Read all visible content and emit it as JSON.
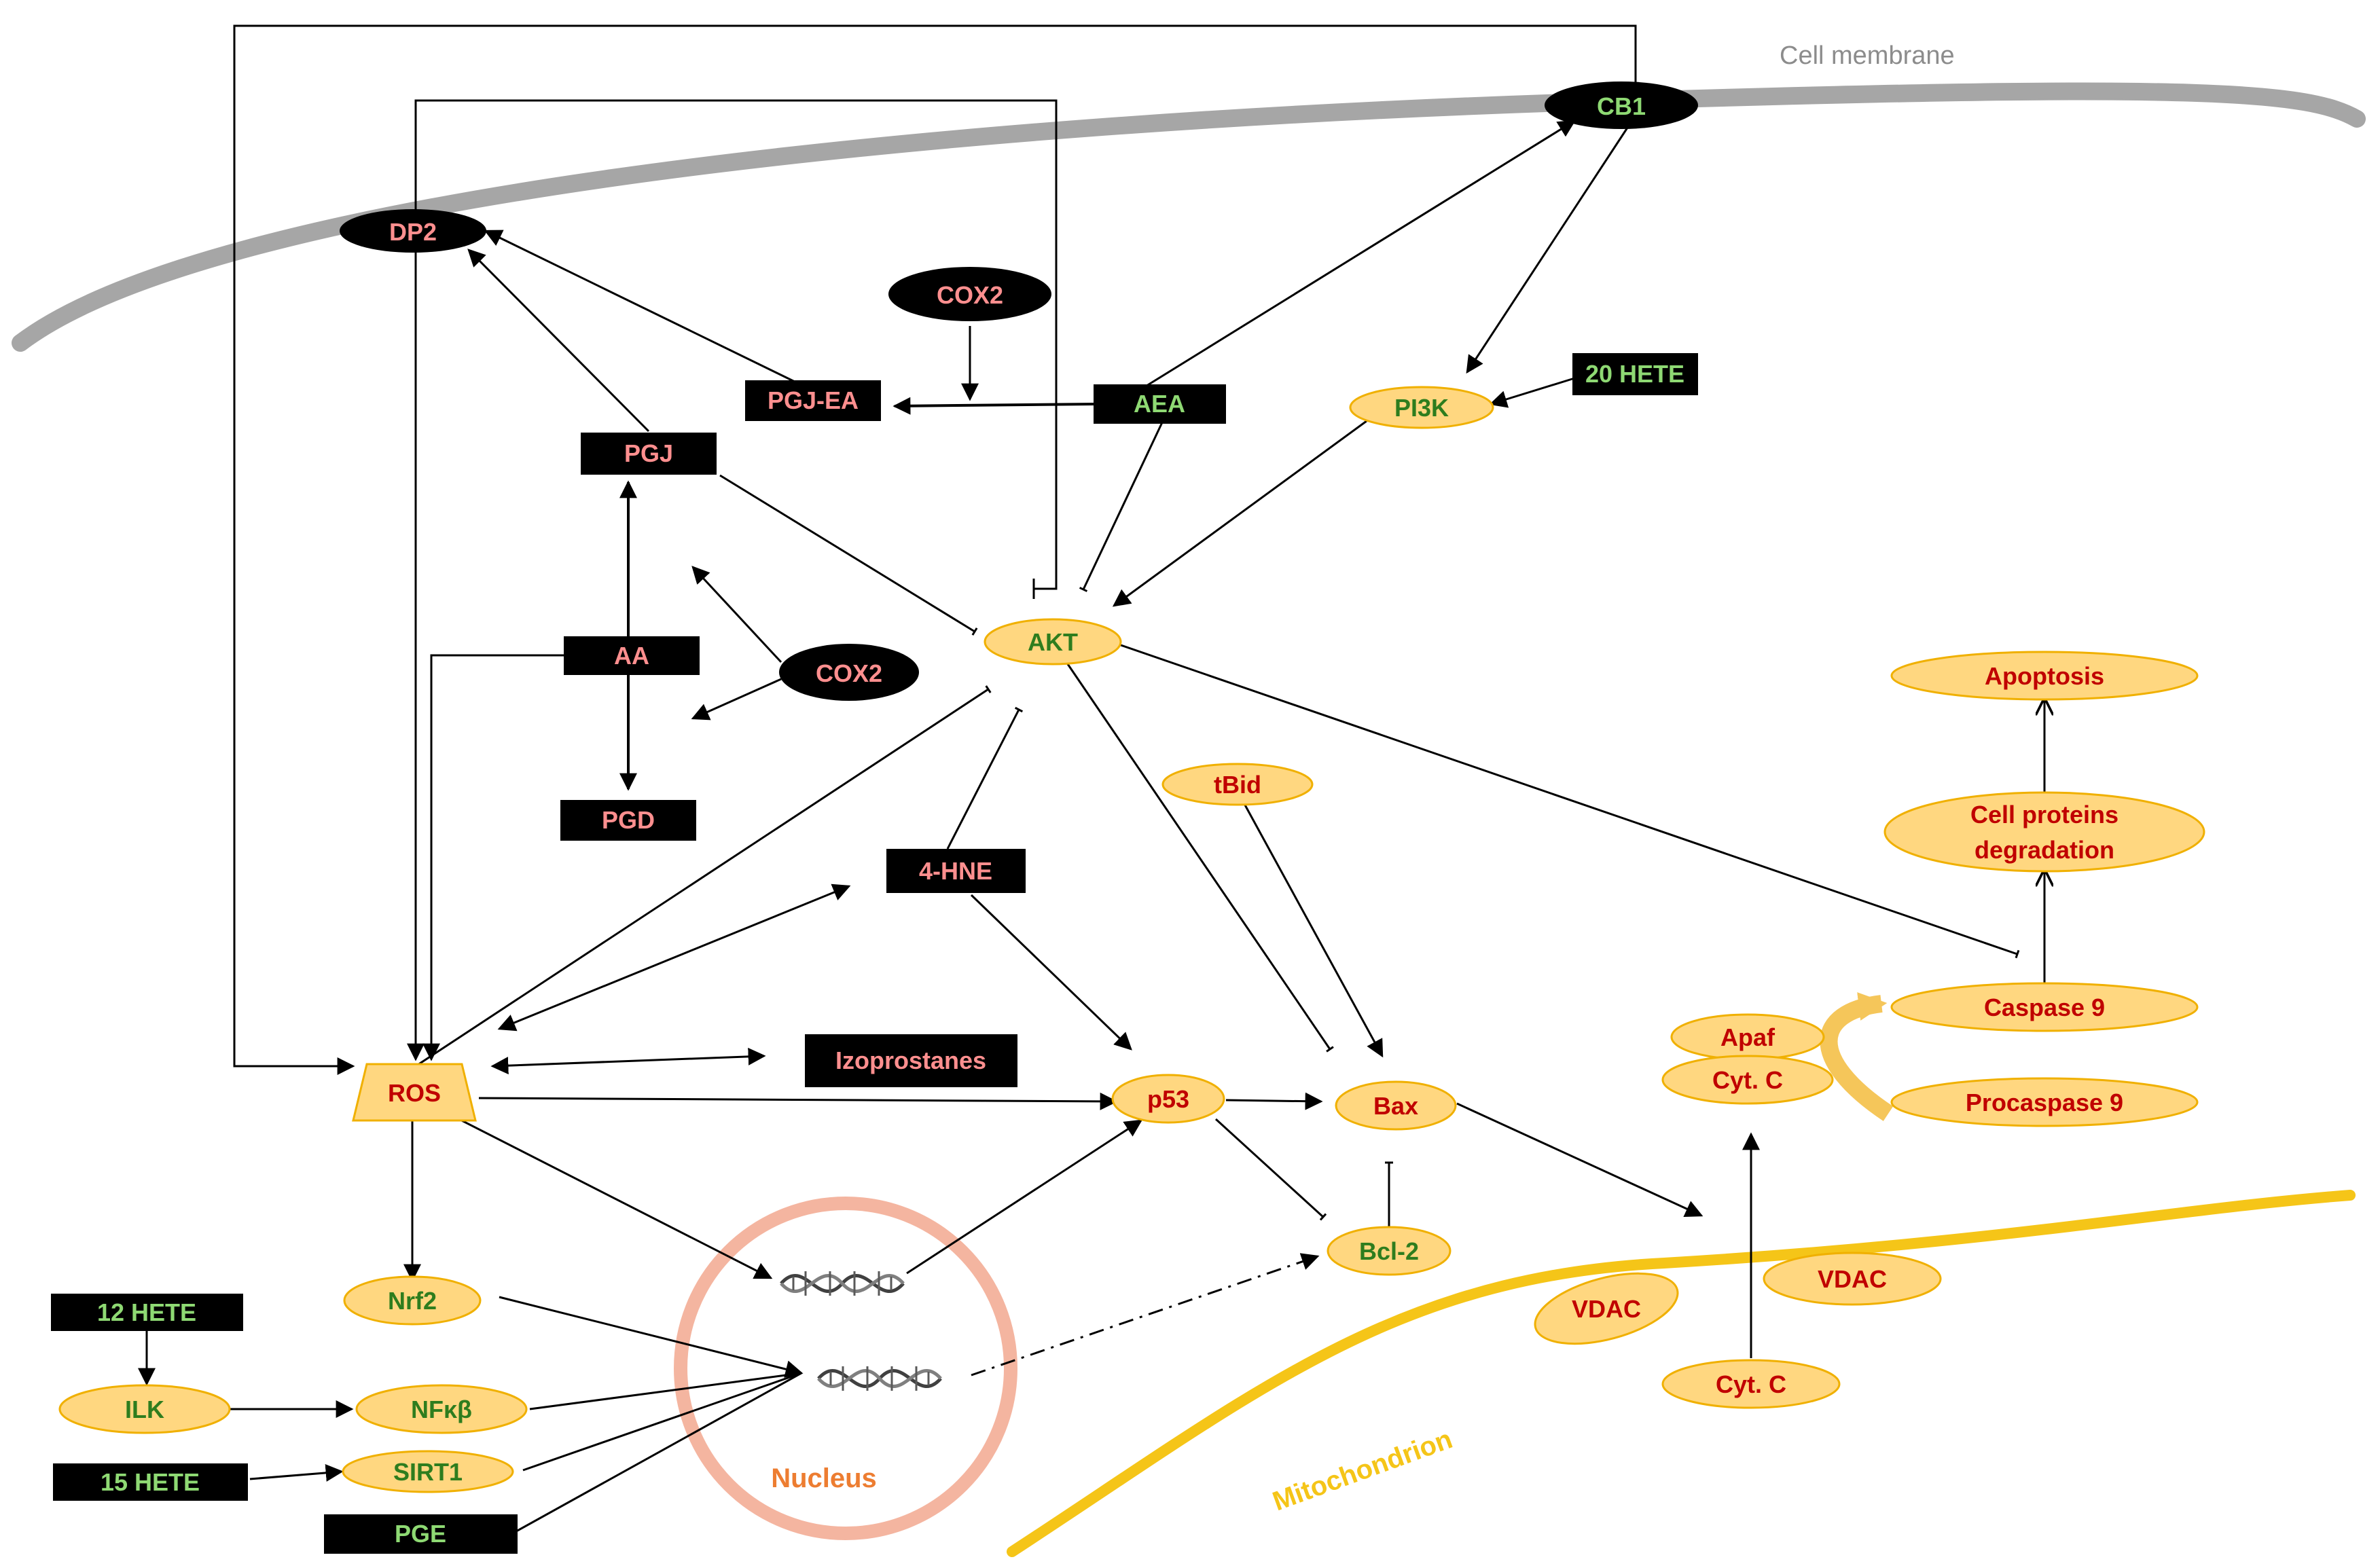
{
  "membranes": {
    "cell_membrane": "Cell membrane",
    "mitochondrion": "Mitochondrion",
    "nucleus": "Nucleus"
  },
  "receptors": {
    "dp2": "DP2",
    "cb1": "CB1",
    "cox2_top": "COX2",
    "cox2_mid": "COX2"
  },
  "lipids": {
    "pgj_ea": "PGJ-EA",
    "aea": "AEA",
    "pgj": "PGJ",
    "aa": "AA",
    "pgd": "PGD",
    "hne": "4-HNE",
    "izoprostanes": "Izoprostanes",
    "hete20": "20 HETE",
    "hete12": "12 HETE",
    "hete15": "15 HETE",
    "pge": "PGE"
  },
  "proteins": {
    "pi3k": "PI3K",
    "akt": "AKT",
    "tbid": "tBid",
    "p53": "p53",
    "bax": "Bax",
    "bcl2": "Bcl-2",
    "ros": "ROS",
    "nrf2": "Nrf2",
    "ilk": "ILK",
    "nfkb": "NFκβ",
    "sirt1": "SIRT1",
    "apoptosis": "Apoptosis",
    "cell_proteins_1": "Cell proteins",
    "cell_proteins_2": "degradation",
    "caspase9": "Caspase 9",
    "procaspase9": "Procaspase 9",
    "apaf": "Apaf",
    "cytc_upper": "Cyt. C",
    "cytc_lower": "Cyt. C",
    "vdac_left": "VDAC",
    "vdac_right": "VDAC"
  },
  "colors": {
    "dark_box": "#000000",
    "pink_text": "#ff8f8f",
    "green_text": "#8ed973",
    "red_text": "#c00000",
    "green_dark_text": "#2e7d1e",
    "yellow_fill": "#ffd780",
    "yellow_stroke": "#f0b000",
    "membrane_gray": "#a6a6a6",
    "mito_yellow": "#f5c518",
    "nucleus_pink": "#f4b5a0",
    "nucleus_label": "#ed7d31"
  }
}
